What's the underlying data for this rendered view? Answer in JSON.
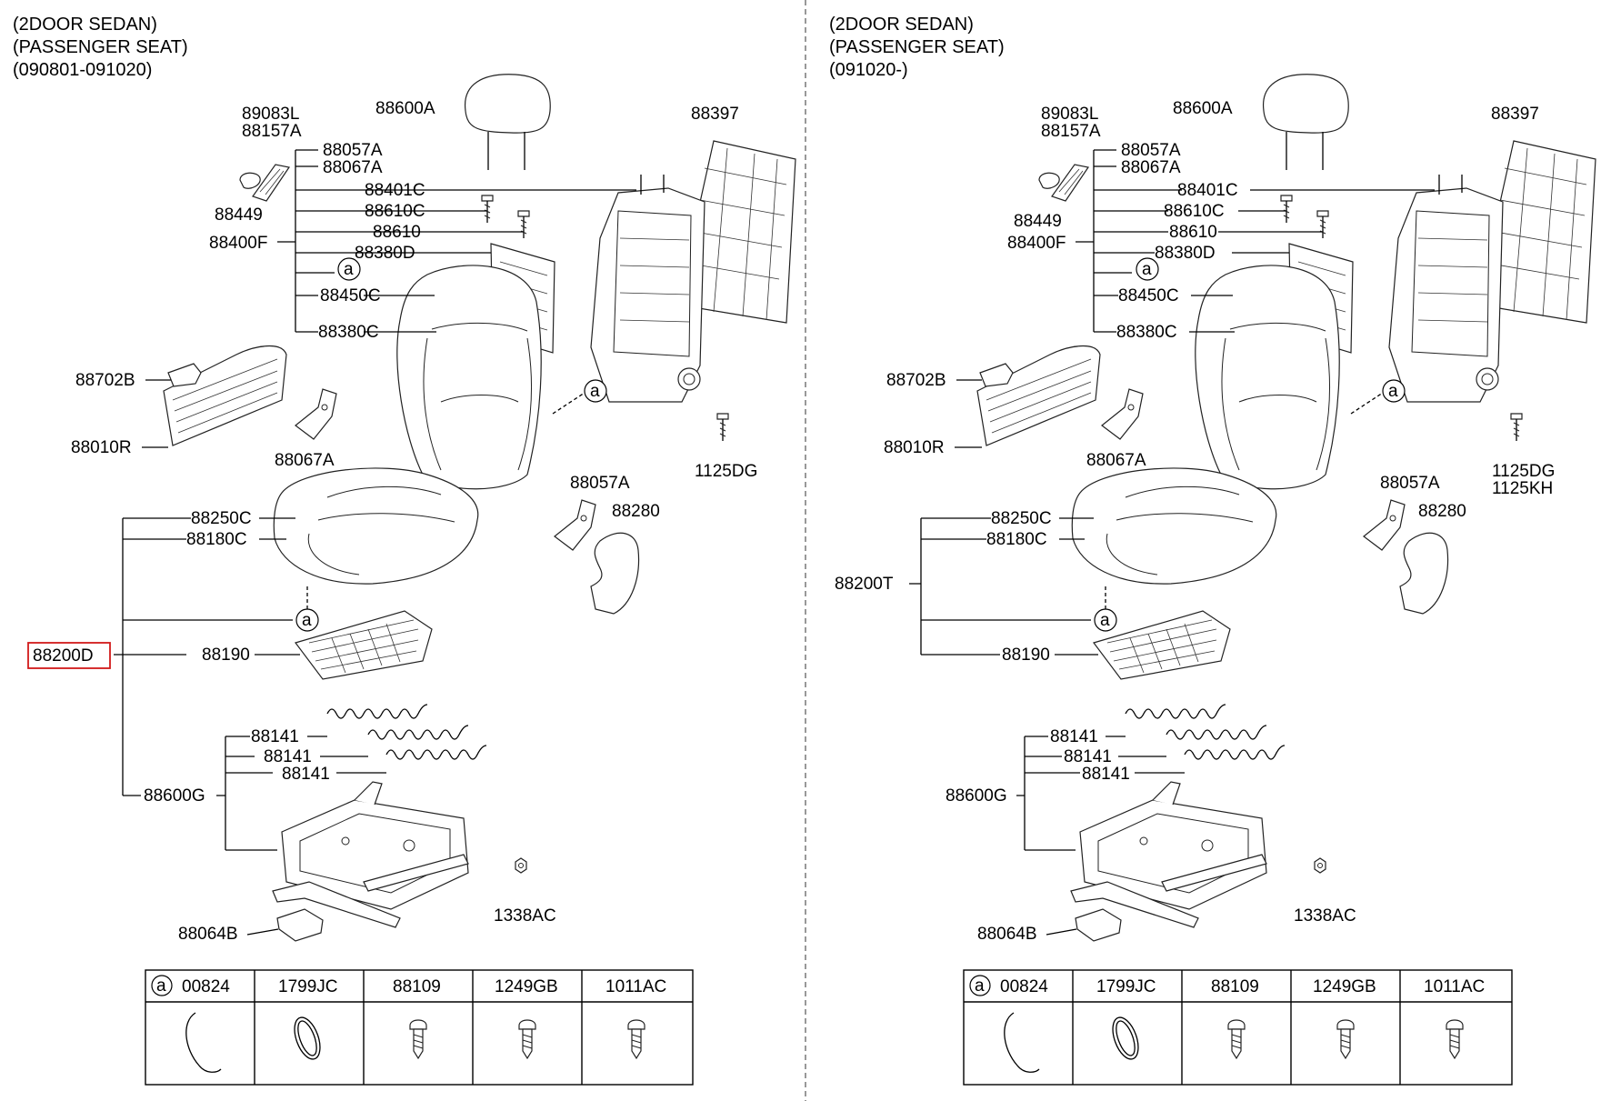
{
  "left": {
    "header": [
      "(2DOOR SEDAN)",
      "(PASSENGER SEAT)",
      "(090801-091020)"
    ],
    "assembly": "88200D",
    "bolt": [
      "1125DG"
    ]
  },
  "right": {
    "header": [
      "(2DOOR SEDAN)",
      "(PASSENGER SEAT)",
      "(091020-)"
    ],
    "assembly": "88200T",
    "bolt": [
      "1125DG",
      "1125KH"
    ]
  },
  "parts": {
    "headrest": "88600A",
    "back_cover": "88397",
    "lumbar_1": "89083L",
    "lumbar_2": "88157A",
    "back_assy": "88400F",
    "back_1": "88057A",
    "back_2": "88067A",
    "back_3": "88401C",
    "back_4": "88610C",
    "back_5": "88610",
    "back_6": "88380D",
    "back_7": "88450C",
    "back_8": "88380C",
    "knob": "88449",
    "shield_cover": "88702B",
    "shield": "88010R",
    "bracket_left": "88067A",
    "bracket_right": "88057A",
    "recliner_cover": "88280",
    "cushion_1": "88250C",
    "cushion_2": "88180C",
    "cushion_pad": "88190",
    "spring": "88141",
    "track_assy": "88600G",
    "nut": "1338AC",
    "switch": "88064B",
    "ref_marker": "a"
  },
  "table": {
    "marker": "a",
    "headers": [
      "00824",
      "1799JC",
      "88109",
      "1249GB",
      "1011AC"
    ],
    "icons": [
      "hook-clip-icon",
      "hog-ring-icon",
      "screw-icon",
      "screw-icon",
      "screw-icon"
    ]
  },
  "highlight_color": "#d11a1a"
}
